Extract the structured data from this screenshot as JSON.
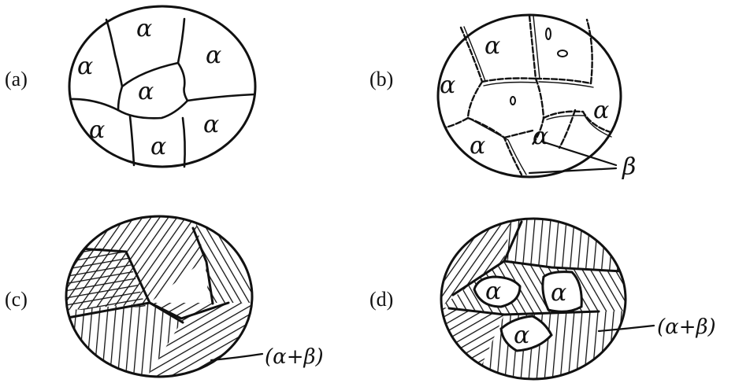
{
  "panels": [
    {
      "id": "a",
      "label": "(a)"
    },
    {
      "id": "b",
      "label": "(b)"
    },
    {
      "id": "c",
      "label": "(c)"
    },
    {
      "id": "d",
      "label": "(d)"
    }
  ],
  "phases": {
    "alpha": "α",
    "beta": "β",
    "mixture": "(α+β)",
    "mixture_d": "(α+β)"
  }
}
